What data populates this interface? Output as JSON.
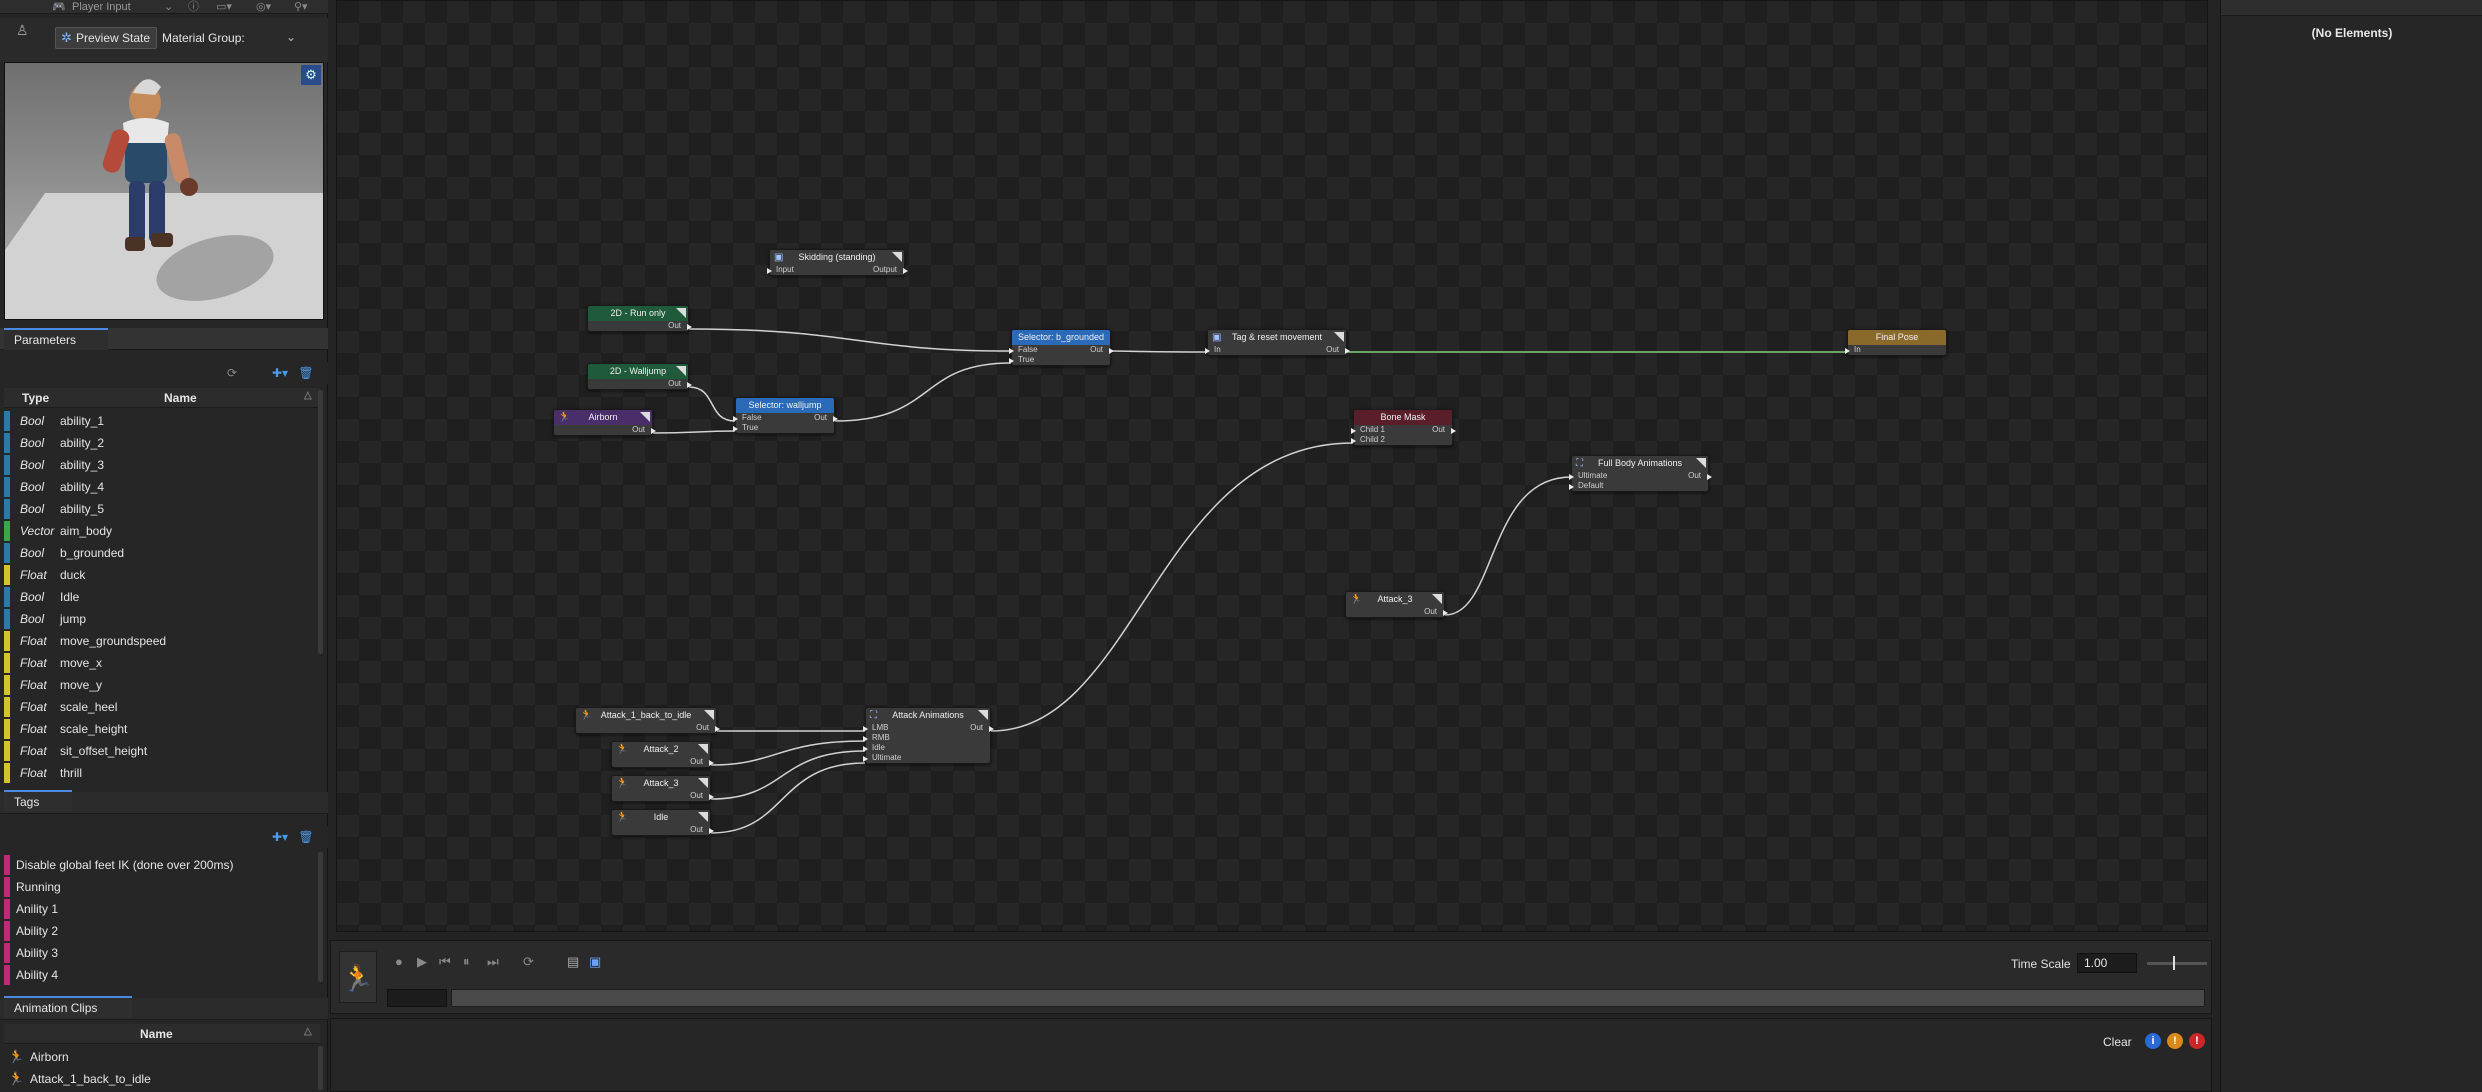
{
  "topbar": {
    "title": "Player Input"
  },
  "preview": {
    "button_label": "Preview State",
    "material_group_label": "Material Group:"
  },
  "parameters": {
    "tab_label": "Parameters",
    "col_type": "Type",
    "col_name": "Name",
    "items": [
      {
        "type": "Bool",
        "name": "ability_1",
        "color": "#2b7ba8"
      },
      {
        "type": "Bool",
        "name": "ability_2",
        "color": "#2b7ba8"
      },
      {
        "type": "Bool",
        "name": "ability_3",
        "color": "#2b7ba8"
      },
      {
        "type": "Bool",
        "name": "ability_4",
        "color": "#2b7ba8"
      },
      {
        "type": "Bool",
        "name": "ability_5",
        "color": "#2b7ba8"
      },
      {
        "type": "Vector",
        "name": "aim_body",
        "color": "#3aa64a"
      },
      {
        "type": "Bool",
        "name": "b_grounded",
        "color": "#2b7ba8"
      },
      {
        "type": "Float",
        "name": "duck",
        "color": "#d4c52a"
      },
      {
        "type": "Bool",
        "name": "Idle",
        "color": "#2b7ba8"
      },
      {
        "type": "Bool",
        "name": "jump",
        "color": "#2b7ba8"
      },
      {
        "type": "Float",
        "name": "move_groundspeed",
        "color": "#d4c52a"
      },
      {
        "type": "Float",
        "name": "move_x",
        "color": "#d4c52a"
      },
      {
        "type": "Float",
        "name": "move_y",
        "color": "#d4c52a"
      },
      {
        "type": "Float",
        "name": "scale_heel",
        "color": "#d4c52a"
      },
      {
        "type": "Float",
        "name": "scale_height",
        "color": "#d4c52a"
      },
      {
        "type": "Float",
        "name": "sit_offset_height",
        "color": "#d4c52a"
      },
      {
        "type": "Float",
        "name": "thrill",
        "color": "#d4c52a"
      }
    ]
  },
  "tags": {
    "tab_label": "Tags",
    "items": [
      "Disable global feet IK (done over 200ms)",
      "Running",
      "Anility 1",
      "Ability 2",
      "Ability 3",
      "Ability 4"
    ]
  },
  "clips": {
    "tab_label": "Animation Clips",
    "col_name": "Name",
    "items": [
      "Airborn",
      "Attack_1_back_to_idle"
    ]
  },
  "graph": {
    "nodes": {
      "skidding": {
        "title": "Skidding (standing)",
        "in": "Input",
        "out": "Output"
      },
      "run_only": {
        "title": "2D - Run only",
        "out": "Out"
      },
      "walljump": {
        "title": "2D - Walljump",
        "out": "Out"
      },
      "airborn": {
        "title": "Airborn",
        "out": "Out"
      },
      "sel_walljump": {
        "title": "Selector: walljump",
        "p1": "False",
        "p2": "True",
        "out": "Out"
      },
      "sel_grounded": {
        "title": "Selector: b_grounded",
        "p1": "False",
        "p2": "True",
        "out": "Out"
      },
      "tag_reset": {
        "title": "Tag & reset movement",
        "in": "In",
        "out": "Out"
      },
      "final_pose": {
        "title": "Final Pose",
        "in": "In"
      },
      "bone_mask": {
        "title": "Bone Mask",
        "p1": "Child 1",
        "p2": "Child 2",
        "out": "Out"
      },
      "full_body": {
        "title": "Full Body Animations",
        "p1": "Ultimate",
        "p2": "Default",
        "out": "Out"
      },
      "attack3_right": {
        "title": "Attack_3",
        "out": "Out"
      },
      "attack1": {
        "title": "Attack_1_back_to_idle",
        "out": "Out"
      },
      "attack2": {
        "title": "Attack_2",
        "out": "Out"
      },
      "attack3_left": {
        "title": "Attack_3",
        "out": "Out"
      },
      "idle": {
        "title": "Idle",
        "out": "Out"
      },
      "attack_anims": {
        "title": "Attack Animations",
        "p1": "LMB",
        "p2": "RMB",
        "p3": "Idle",
        "p4": "Ultimate",
        "out": "Out"
      }
    }
  },
  "inspector": {
    "empty_label": "(No Elements)"
  },
  "transport": {
    "time_scale_label": "Time Scale",
    "time_scale_value": "1.00"
  },
  "log": {
    "clear_label": "Clear"
  }
}
